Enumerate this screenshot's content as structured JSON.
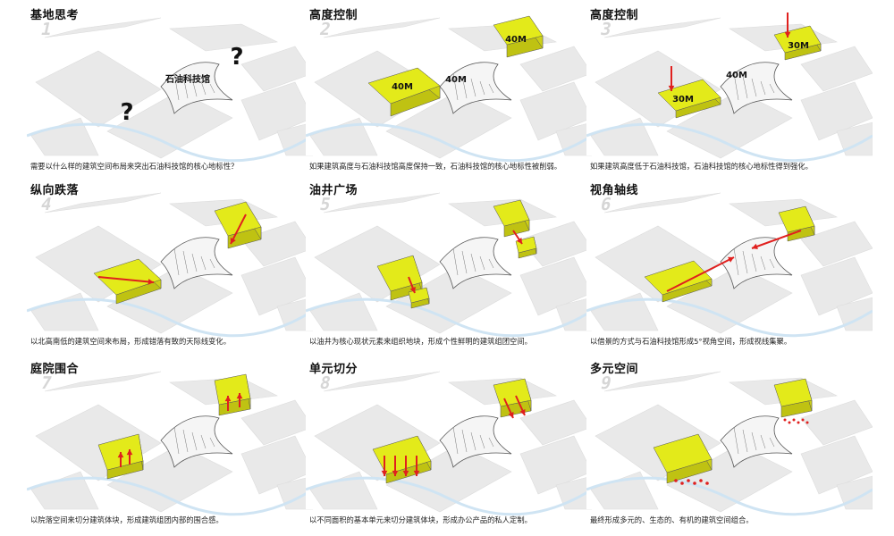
{
  "panels": [
    {
      "title": "基地思考",
      "number": "1",
      "caption": "需要以什么样的建筑空间布局来突出石油科技馆的核心地标性？",
      "landmark_label": "石油科技馆",
      "question_mark": "?"
    },
    {
      "title": "高度控制",
      "number": "2",
      "caption": "如果建筑高度与石油科技馆高度保持一致，石油科技馆的核心地标性被削弱。",
      "height_labels": [
        "40M",
        "40M",
        "40M"
      ]
    },
    {
      "title": "高度控制",
      "number": "3",
      "caption": "如果建筑高度低于石油科技馆，石油科技馆的核心地标性得到强化。",
      "height_labels": [
        "30M",
        "40M",
        "30M"
      ]
    },
    {
      "title": "纵向跌落",
      "number": "4",
      "caption": "以北高南低的建筑空间来布局，形成错落有致的天际线变化。"
    },
    {
      "title": "油井广场",
      "number": "5",
      "caption": "以油井为核心现状元素来组织地块，形成个性鲜明的建筑组团空间。"
    },
    {
      "title": "视角轴线",
      "number": "6",
      "caption": "以借景的方式与石油科技馆形成5°视角空间，形成视线集聚。"
    },
    {
      "title": "庭院围合",
      "number": "7",
      "caption": "以院落空间来切分建筑体块，形成建筑组团内部的围合感。"
    },
    {
      "title": "单元切分",
      "number": "8",
      "caption": "以不同面积的基本单元来切分建筑体块，形成办公产品的私人定制。"
    },
    {
      "title": "多元空间",
      "number": "9",
      "caption": "最终形成多元的、生态的、有机的建筑空间组合。"
    }
  ],
  "colors": {
    "building_yellow": "#e3ea1a",
    "arrow_red": "#e0201e",
    "question_blue": "#3a8fd8",
    "block_gray": "#e9e9e9",
    "road_white": "#ffffff",
    "canal_blue": "#cfe4f3"
  }
}
